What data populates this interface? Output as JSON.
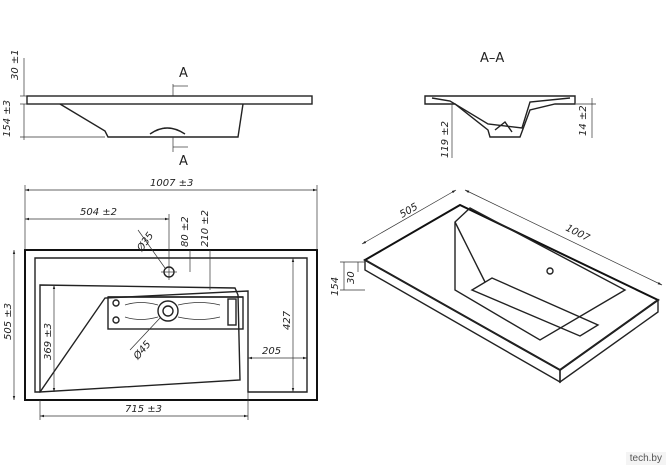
{
  "side_view": {
    "dim_top": "30 ±1",
    "dim_height": "154 ±3",
    "section_mark_top": "A",
    "section_mark_bottom": "A"
  },
  "section_view": {
    "title": "A–A",
    "dim_depth": "119 ±2",
    "dim_right": "14 ±2"
  },
  "top_view": {
    "dim_total_width": "1007 ±3",
    "dim_hole_offset": "504 ±2",
    "dim_hole_diameter": "Ø35",
    "dim_hole_top": "80 ±2",
    "dim_hole_y": "210 ±2",
    "dim_depth_left": "505 ±3",
    "dim_bowl_depth": "369 ±3",
    "dim_drain_diameter": "Ø45",
    "dim_shelf": "205",
    "dim_bowl_height": "427",
    "dim_bowl_width": "715 ±3"
  },
  "iso_view": {
    "dim_depth": "505",
    "dim_width": "1007",
    "dim_height": "154",
    "dim_rim": "30"
  },
  "watermark": "tech.by"
}
